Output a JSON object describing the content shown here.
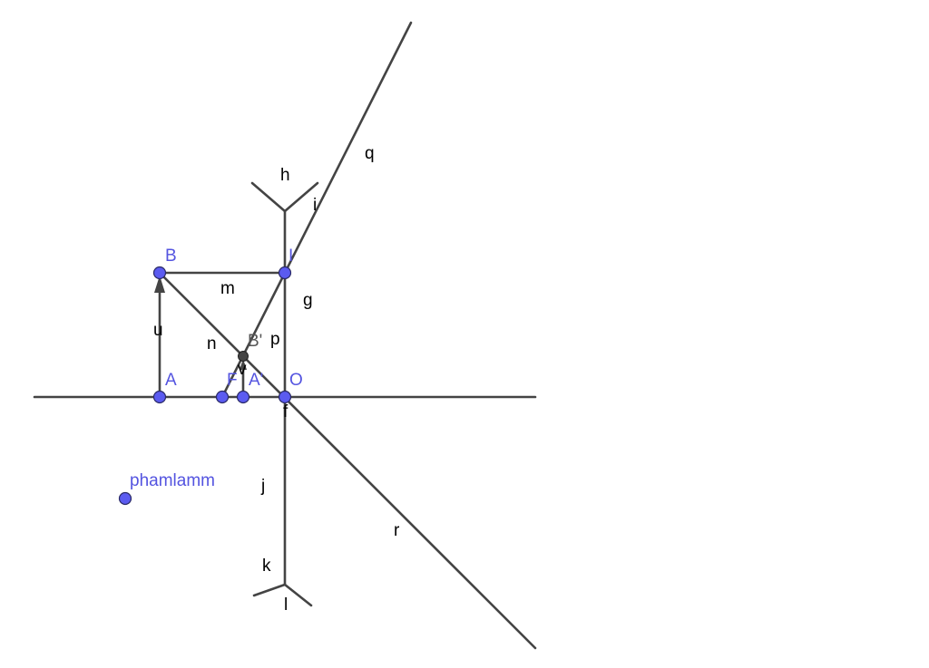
{
  "colors": {
    "line": "#444444",
    "point": "#5b5bf0",
    "point_label": "#5454e0",
    "dark_point": "#444444",
    "dark_point_label": "#555555"
  },
  "points": {
    "A": "A",
    "B": "B",
    "F": "F",
    "A_prime": "A'",
    "O": "O",
    "I": "I",
    "B_prime": "B'",
    "free": "phamlamm"
  },
  "segments": {
    "u": "u",
    "m": "m",
    "n": "n",
    "g": "g",
    "p": "p",
    "h": "h",
    "i": "i",
    "q": "q",
    "j": "j",
    "k": "k",
    "l": "l",
    "r": "r",
    "f": "f",
    "v": "v"
  }
}
